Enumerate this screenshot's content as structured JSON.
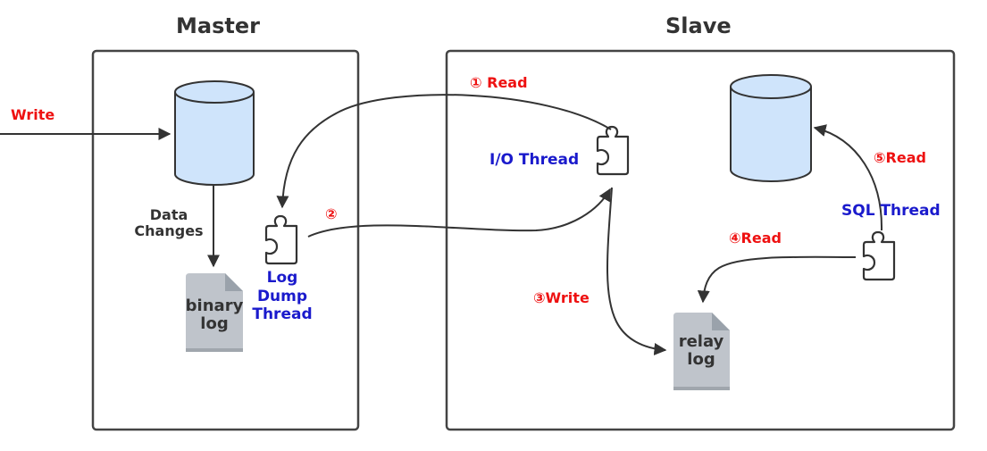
{
  "master": {
    "title": "Master",
    "external_write_label": "Write",
    "data_changes_label": [
      "Data",
      "Changes"
    ],
    "binary_log_label": [
      "binary",
      "log"
    ],
    "log_dump_thread_label": [
      "Log",
      "Dump",
      "Thread"
    ],
    "step2_label": "②"
  },
  "slave": {
    "title": "Slave",
    "step1_label": "① Read",
    "io_thread_label": "I/O Thread",
    "step3_label": "③Write",
    "relay_log_label": [
      "relay",
      "log"
    ],
    "step4_label": "④Read",
    "sql_thread_label": "SQL Thread",
    "step5_label": "⑤Read"
  },
  "colors": {
    "step_red": "#ee1111",
    "thread_blue": "#1a1acc",
    "db_fill": "#cfe4fb",
    "file_fill": "#bfc4cb",
    "stroke": "#333333"
  }
}
